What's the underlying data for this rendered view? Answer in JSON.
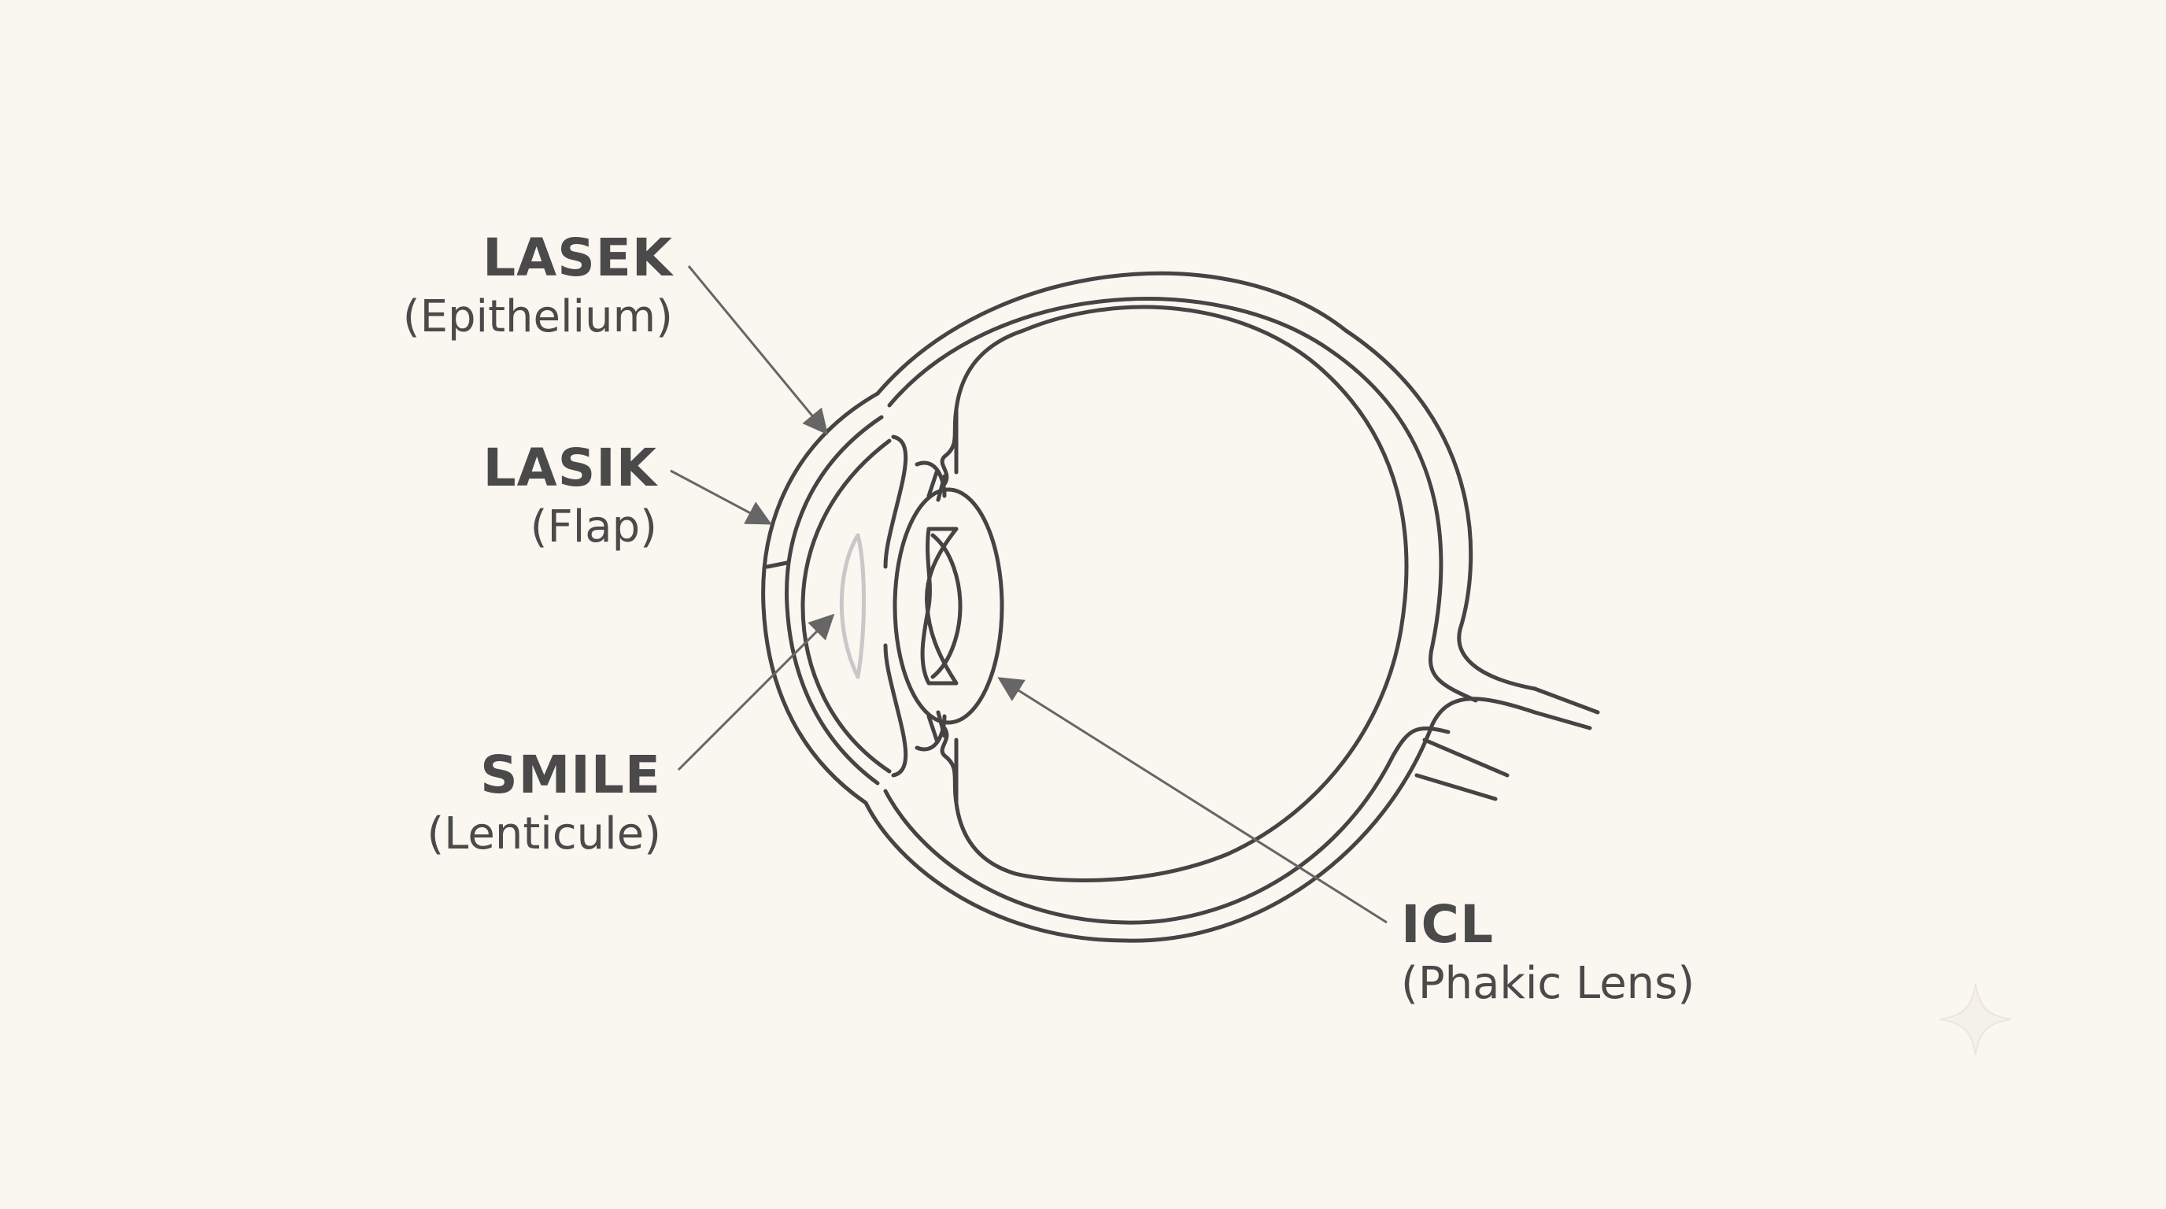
{
  "labels": {
    "lasek": {
      "title": "LASEK",
      "subtitle": "(Epithelium)"
    },
    "lasik": {
      "title": "LASIK",
      "subtitle": "(Flap)"
    },
    "smile": {
      "title": "SMILE",
      "subtitle": "(Lenticule)"
    },
    "icl": {
      "title": "ICL",
      "subtitle": "(Phakic Lens)"
    }
  },
  "colors": {
    "background": "#faf6f0",
    "line": "#444444",
    "arrow": "#666666",
    "lenticule": "#c8c8c8",
    "text": "#4a4a4a"
  }
}
